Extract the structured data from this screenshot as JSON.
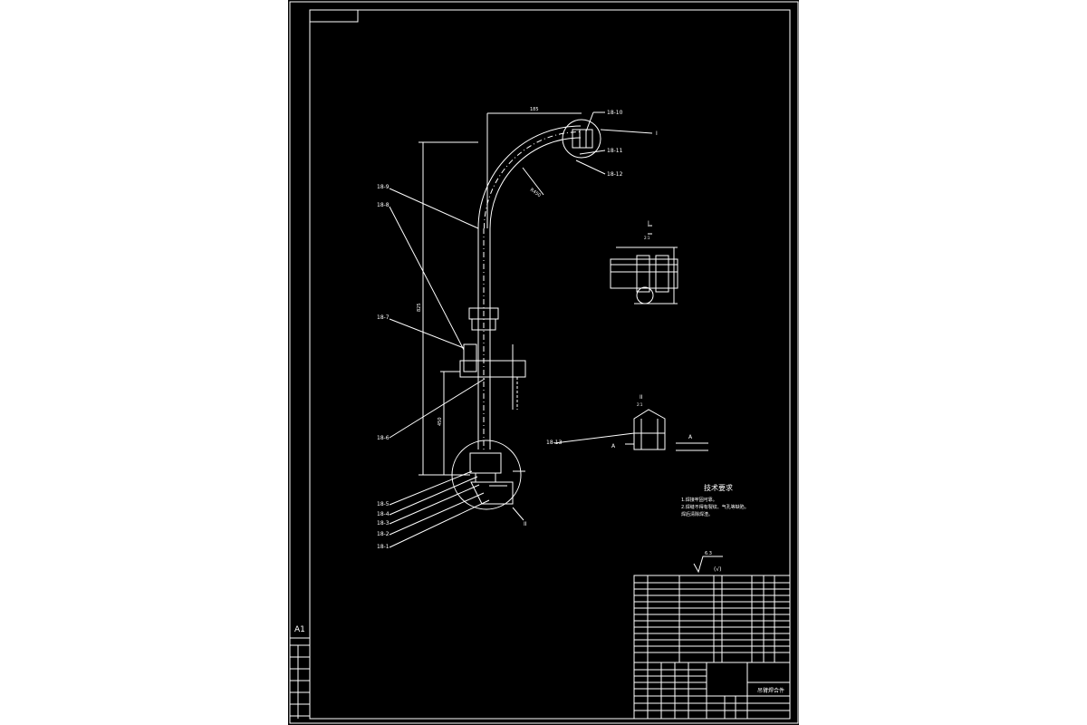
{
  "sheet": {
    "format": "A1",
    "corner_code_box": "",
    "bg": "#000000",
    "line_color": "#ffffff"
  },
  "callouts": {
    "c18_10": "18-10",
    "c18_11": "18-11",
    "c18_12": "18-12",
    "c18_9": "18-9",
    "c18_8": "18-8",
    "c18_7": "18-7",
    "c18_6": "18-6",
    "c18_5": "18-5",
    "c18_4": "18-4",
    "c18_3": "18-3",
    "c18_2": "18-2",
    "c18_1": "18-1",
    "c18_13": "18-13",
    "detail_I_marker": "I",
    "detail_II_marker": "II",
    "section_A": "A",
    "section_A_arrow": "A"
  },
  "dimensions": {
    "top_width": "185",
    "radius": "R450",
    "overall_height": "825",
    "lower_height": "450"
  },
  "detail_views": {
    "detail_I_label": "I",
    "detail_I_scale": "2:1",
    "detail_II_label": "II",
    "detail_II_scale": "2:1"
  },
  "notes": {
    "title": "技术要求",
    "line1": "1.焊接牢固可靠。",
    "line2": "2.焊缝不得有裂纹、气孔等缺陷。",
    "line3": "焊后清除焊渣。"
  },
  "surface_finish": {
    "value": "6.3",
    "suffix": "(√)"
  },
  "title_block": {
    "drawing_name": "吊臂焊合件"
  },
  "format_labels": {
    "A1": "A1"
  }
}
